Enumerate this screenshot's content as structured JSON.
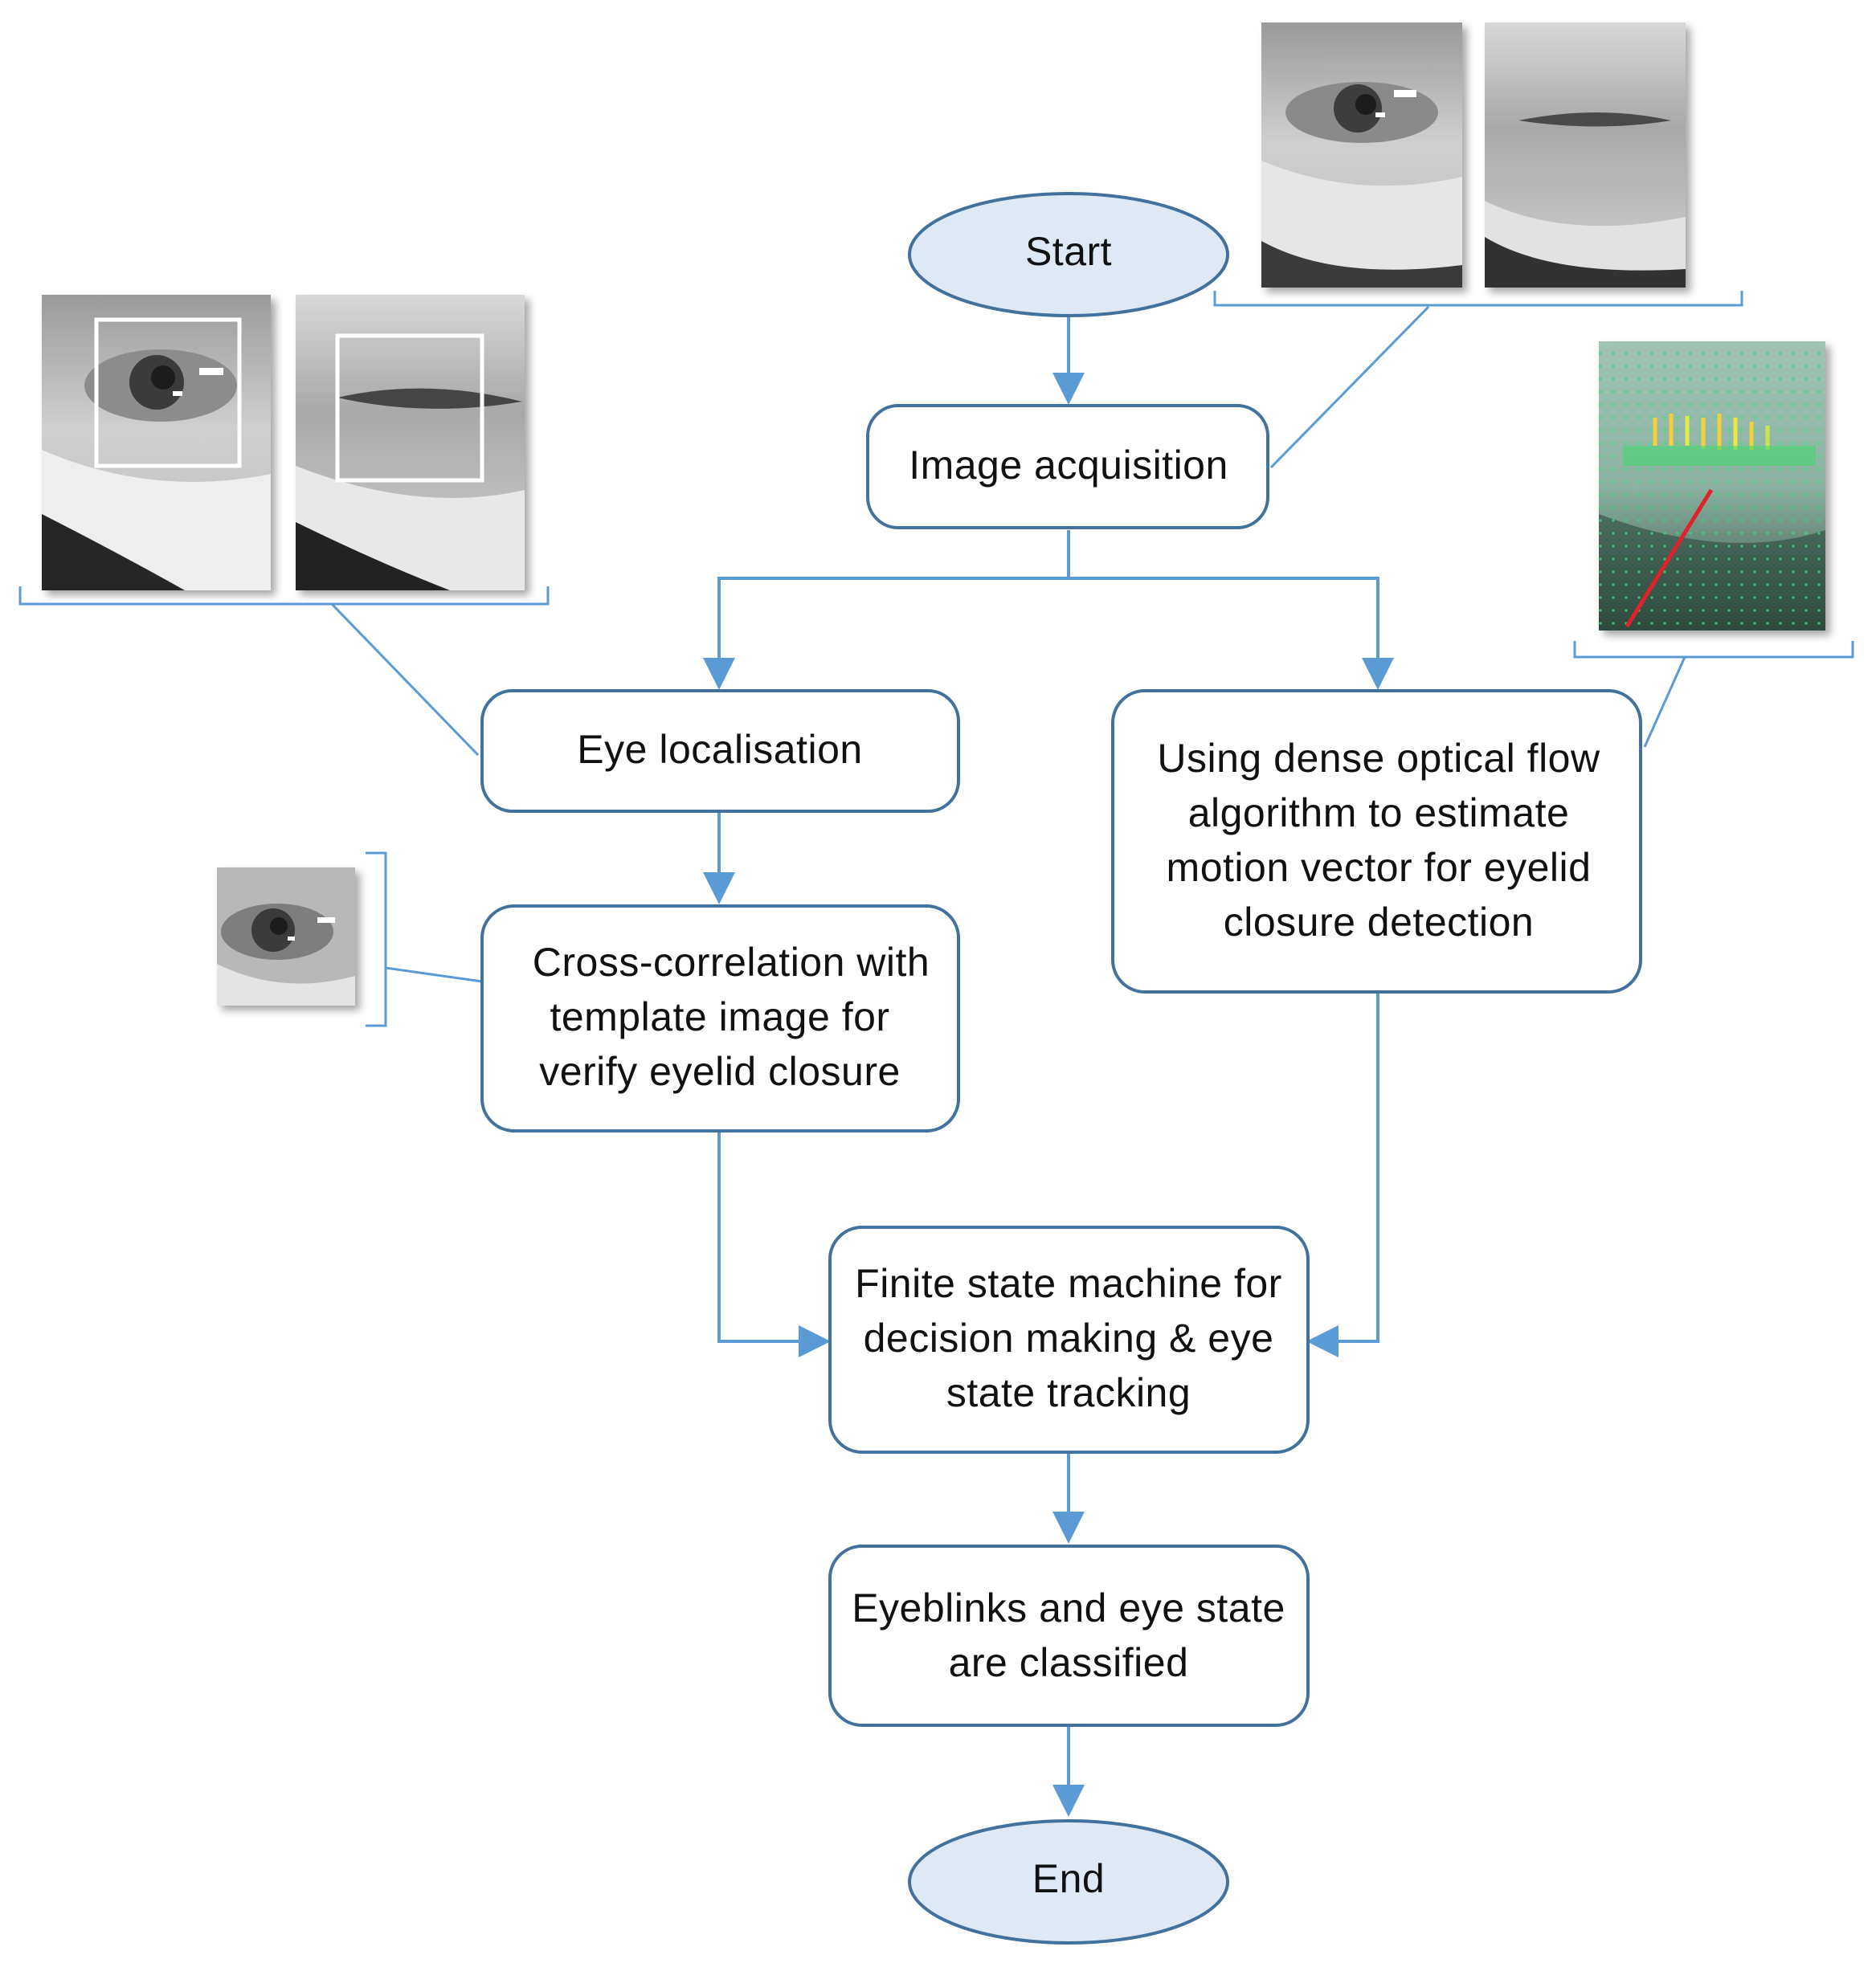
{
  "nodes": {
    "start": {
      "label": "Start"
    },
    "image_acquisition": {
      "label": "Image acquisition"
    },
    "eye_localisation": {
      "label": "Eye localisation"
    },
    "optical_flow": {
      "lines": [
        "Using dense optical flow",
        "algorithm to estimate",
        "motion vector for eyelid",
        "closure detection"
      ]
    },
    "cross_correlation": {
      "lines": [
        "Cross-correlation with",
        "template image for",
        "verify eyelid closure"
      ]
    },
    "fsm": {
      "lines": [
        "Finite state machine for",
        "decision making & eye",
        "state tracking"
      ]
    },
    "classified": {
      "lines": [
        "Eyeblinks and eye state",
        "are classified"
      ]
    },
    "end": {
      "label": "End"
    }
  },
  "illustrations": {
    "acquisition_frames": [
      "open-eye-photo",
      "closed-eye-photo"
    ],
    "localisation_frames": [
      "open-eye-with-box-photo",
      "closed-eye-with-box-photo"
    ],
    "template": "eye-template-photo",
    "optical_flow_field": "optical-flow-vector-photo"
  },
  "colors": {
    "connector": "#5b9bd5",
    "box_stroke": "#41719c",
    "ellipse_fill": "#dfe8f5"
  }
}
